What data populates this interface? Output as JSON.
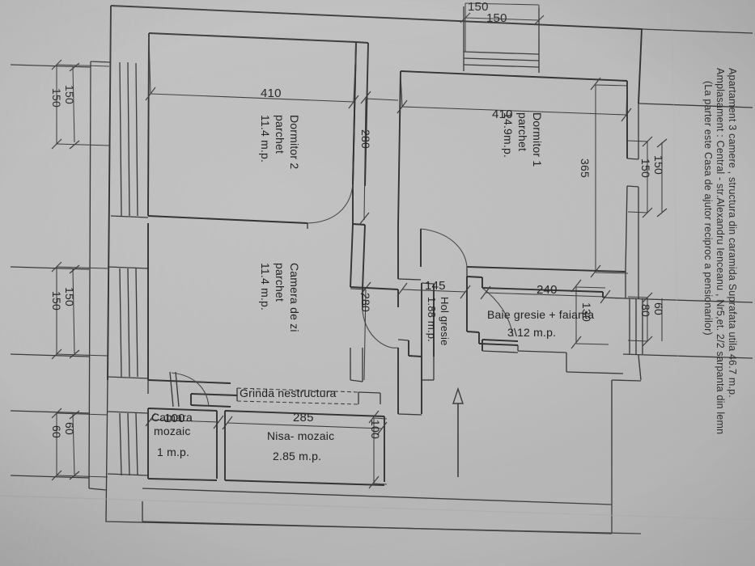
{
  "document": {
    "type": "architectural-floor-plan-photo",
    "language": "ro",
    "title_block": {
      "line1": "Apartament 3 camere , structura din caramida  Suprafata utila 46.7 m.p.",
      "line2": "Amplasament : Central - str.Alexandru Ienceanu ,  Nr5,et. 2/2 sarpanta din lemn",
      "line3": "(La parter este Casa de ajutor reciproc a pensionarilor)"
    }
  },
  "rooms": [
    {
      "id": "dormitor2",
      "name": "Dormitor 2",
      "finish": "parchet",
      "area": "11.4 m.p."
    },
    {
      "id": "dormitor1",
      "name": "Dormitor 1",
      "finish": "parchet",
      "area": "14.9m.p."
    },
    {
      "id": "camera_de_zi",
      "name": "Camera de zi",
      "finish": "parchet",
      "area": "11.4 m.p."
    },
    {
      "id": "hol",
      "name": "Hol gresie",
      "finish": "",
      "area": "1.88 m.p."
    },
    {
      "id": "baie",
      "name": "Baie gresie + faianta",
      "finish": "",
      "area": "3\\12 m.p."
    },
    {
      "id": "camara",
      "name": "Camara",
      "finish": "mozaic",
      "area": "1 m.p."
    },
    {
      "id": "nisa",
      "name": "Nisa- mozaic",
      "finish": "",
      "area": "2.85 m.p."
    }
  ],
  "annotations": {
    "beam": "Grinda nestructura",
    "north_arrow": "north-arrow"
  },
  "dimensions": {
    "top": [
      "150",
      "150"
    ],
    "left_upper": [
      "150",
      "150"
    ],
    "left_lower": [
      "150",
      "150"
    ],
    "left_bottom": [
      "60",
      "60"
    ],
    "right_upper": [
      "150",
      "150"
    ],
    "right_lower": [
      "60",
      "80"
    ],
    "dormitor2_width": "410",
    "dormitor2_depth": "280",
    "dormitor1_width": "410",
    "dormitor1_depth": "365",
    "camera_zi_depth": "280",
    "hol_width": "145",
    "baie_width": "240",
    "baie_depth": "130",
    "camara_width": "100",
    "nisa_width": "285",
    "nisa_depth": "100"
  },
  "colors": {
    "paper": "#bcbcbc",
    "ink": "#2b2b2b",
    "line": "#3a3a3a"
  }
}
